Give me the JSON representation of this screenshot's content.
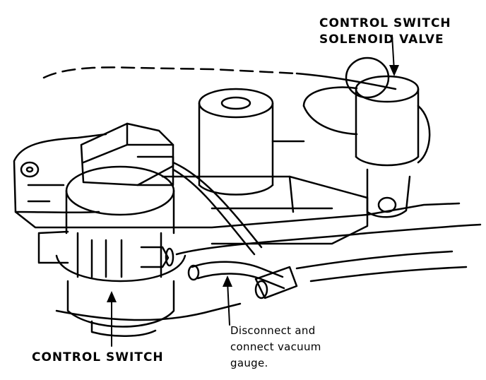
{
  "labels": {
    "solenoid_line1": "CONTROL SWITCH",
    "solenoid_line2": "SOLENOID VALVE",
    "control_switch": "CONTROL SWITCH",
    "note_line1": "Disconnect and",
    "note_line2": "connect vacuum",
    "note_line3": "gauge."
  },
  "colors": {
    "ink": "#000000",
    "paper": "#ffffff"
  }
}
